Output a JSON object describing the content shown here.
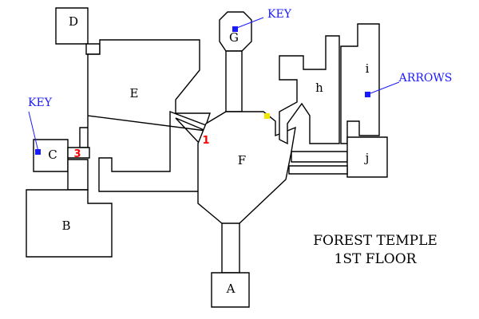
{
  "map": {
    "title": "FOREST TEMPLE",
    "subtitle": "1ST FLOOR",
    "rooms": {
      "a": "A",
      "b": "B",
      "c": "C",
      "d": "D",
      "e": "E",
      "f": "F",
      "g": "G",
      "h": "h",
      "i": "i",
      "j": "j"
    },
    "callouts": {
      "key_g": "KEY",
      "key_c": "KEY",
      "arrows": "ARROWS"
    },
    "numbers": {
      "n1": "1",
      "n3": "3"
    },
    "colors": {
      "wall": "#000000",
      "callout": "#1a1aff",
      "number": "#ff0000",
      "marker_yellow": "#f2e600"
    }
  }
}
